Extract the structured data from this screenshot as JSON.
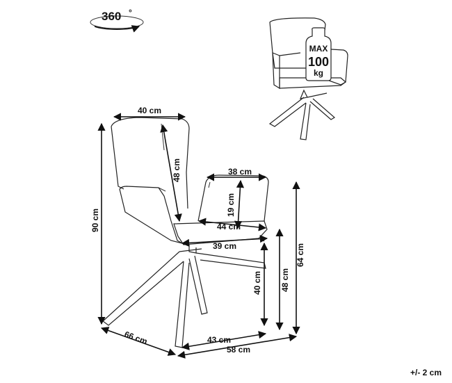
{
  "rotation": {
    "value": "360",
    "unit": "°"
  },
  "capacity_badge": {
    "line1": "MAX",
    "line2": "100",
    "line3": "kg"
  },
  "dimensions": {
    "backrest_width": "40 cm",
    "backrest_height": "48 cm",
    "armrest_length": "38 cm",
    "armrest_height": "19 cm",
    "seat_width": "44 cm",
    "seat_depth": "39 cm",
    "total_height": "90 cm",
    "armrest_floor_height": "64 cm",
    "seat_height": "48 cm",
    "base_height": "40 cm",
    "base_width": "43 cm",
    "total_width": "58 cm",
    "total_depth": "66 cm"
  },
  "tolerance": "+/- 2 cm"
}
